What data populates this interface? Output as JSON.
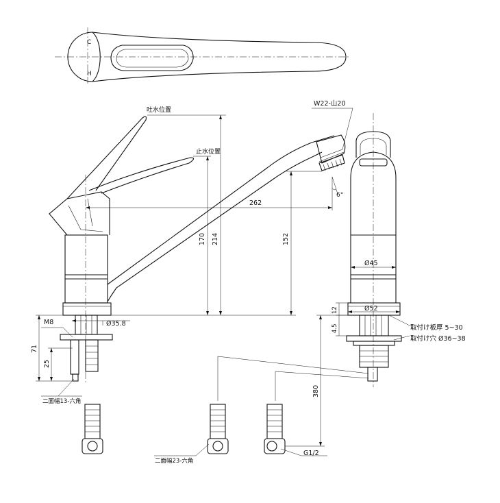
{
  "labels": {
    "handle_c": "C",
    "handle_h": "H",
    "spout_position": "吐水位置",
    "stop_position": "止水位置",
    "thread_spec": "W22-山20",
    "angle": "6°",
    "dim_262": "262",
    "dim_170": "170",
    "dim_214": "214",
    "dim_152": "152",
    "dia_45": "Ø45",
    "dia_52": "Ø52",
    "dim_12": "12",
    "dim_45": "4.5",
    "plate_thickness": "取付け板厚  5~30",
    "mount_hole": "取付け穴  Ø36~38",
    "bolt_m8": "M8",
    "dia_358": "Ø35.8",
    "dim_71": "71",
    "dim_25": "25",
    "hex_13": "二面幅13-六角",
    "dim_380": "380",
    "hex_23": "二面幅23-六角",
    "thread_g12": "G1/2"
  }
}
